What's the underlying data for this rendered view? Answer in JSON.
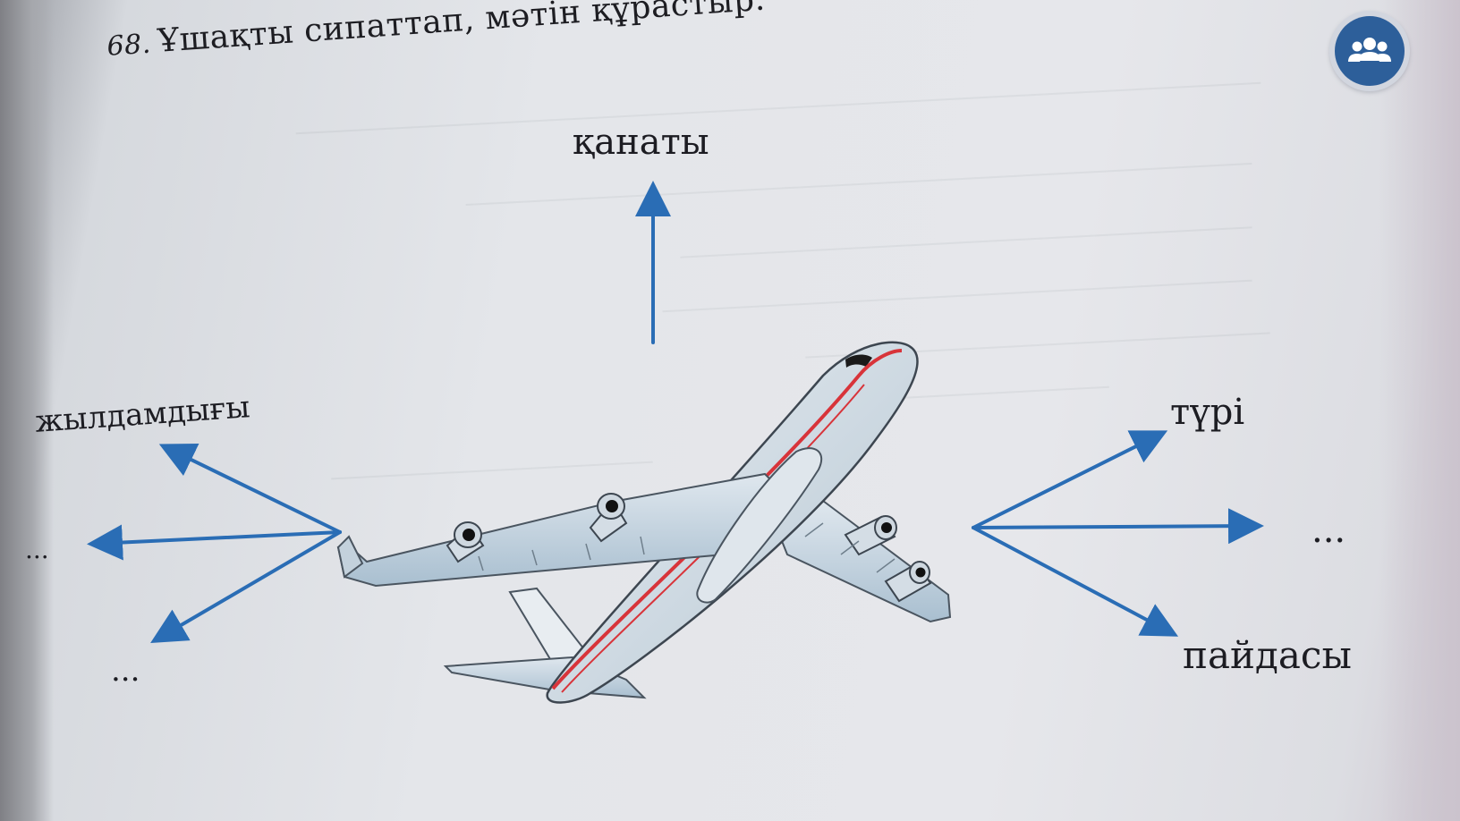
{
  "task": {
    "number": "68.",
    "instruction": "Ұшақты сипаттап, мәтін құрастыр."
  },
  "badge": {
    "icon": "group-icon",
    "color": "#2d5f9a"
  },
  "labels": {
    "top": "қанаты",
    "left_top": "жылдамдығы",
    "left_middle": "...",
    "left_bottom": "...",
    "right_top": "түрі",
    "right_middle": "...",
    "right_bottom": "пайдасы"
  },
  "colors": {
    "arrow": "#2a6db5",
    "fuselage_stripe": "#d8343a",
    "aircraft_body": "#c9d6e0"
  }
}
